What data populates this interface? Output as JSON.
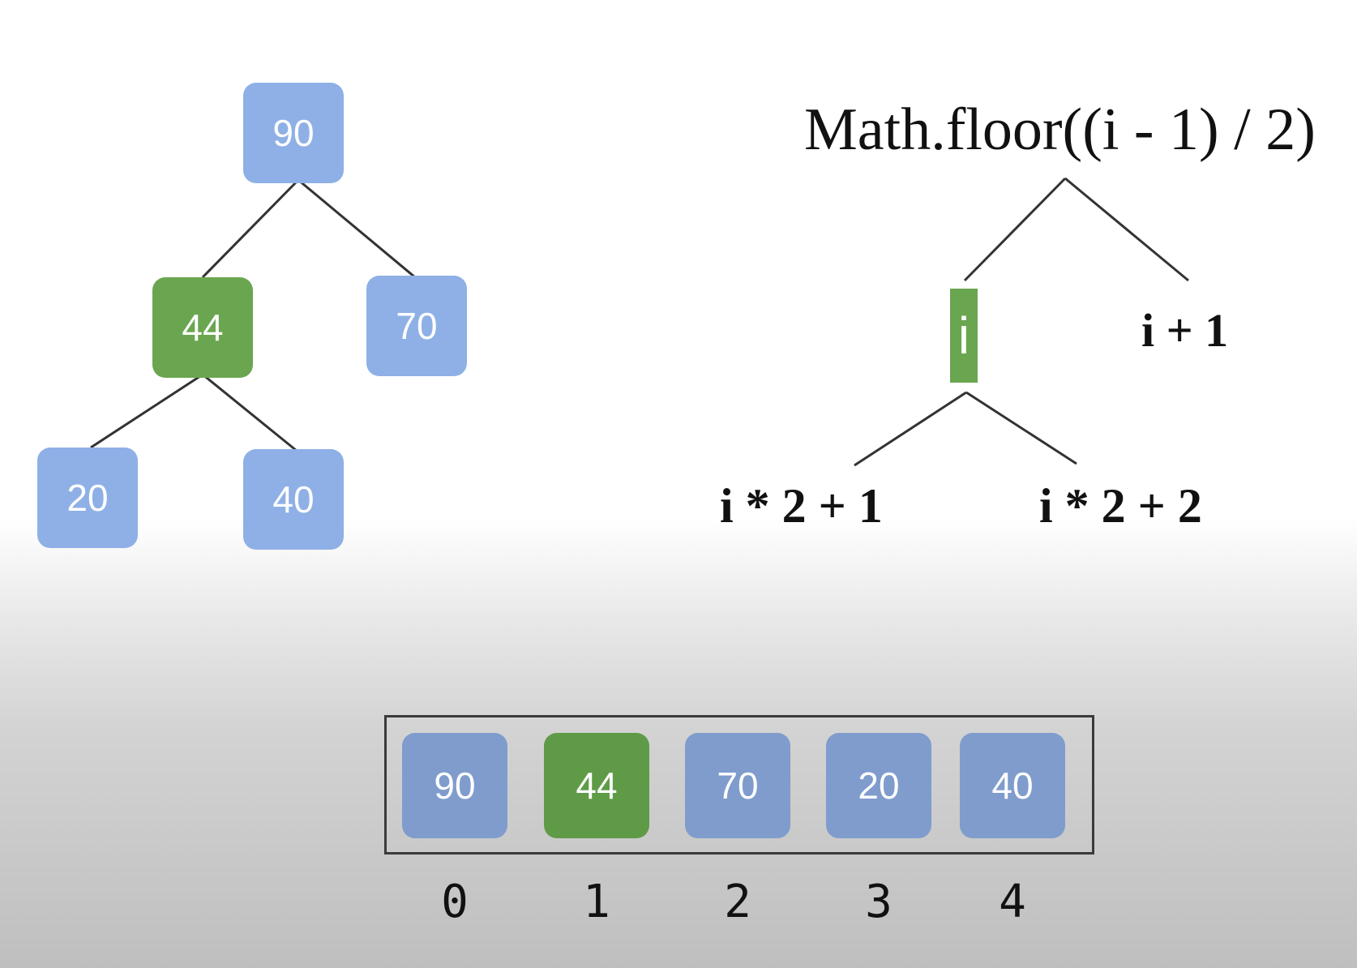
{
  "tree": {
    "nodes": [
      {
        "value": "90"
      },
      {
        "value": "44"
      },
      {
        "value": "70"
      },
      {
        "value": "20"
      },
      {
        "value": "40"
      }
    ],
    "highlight_color": "#6aa650",
    "node_color": "#8eb0e6"
  },
  "formulas": {
    "parent": "Math.floor((i - 1) / 2)",
    "current": "i",
    "sibling": "i + 1",
    "left_child": "i * 2 + 1",
    "right_child": "i * 2 + 2"
  },
  "array": {
    "values": [
      "90",
      "44",
      "70",
      "20",
      "40"
    ],
    "indices": [
      "0",
      "1",
      "2",
      "3",
      "4"
    ],
    "highlight_index": 1
  }
}
